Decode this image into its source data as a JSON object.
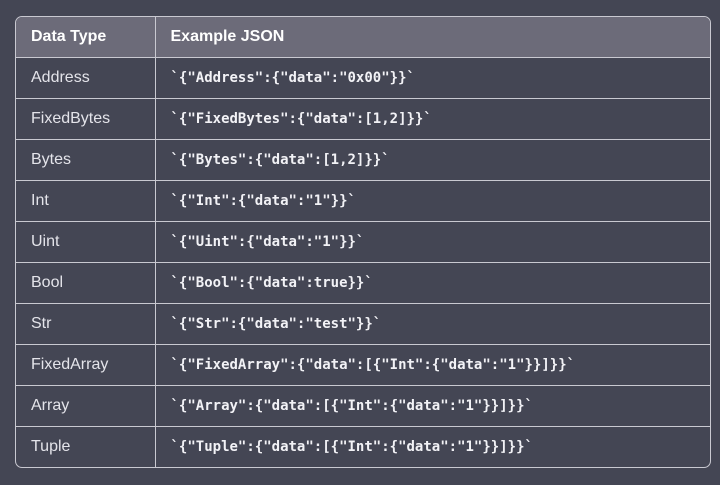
{
  "table": {
    "headers": [
      "Data Type",
      "Example JSON"
    ],
    "rows": [
      {
        "type": "Address",
        "example": "`{\"Address\":{\"data\":\"0x00\"}}`"
      },
      {
        "type": "FixedBytes",
        "example": "`{\"FixedBytes\":{\"data\":[1,2]}}`"
      },
      {
        "type": "Bytes",
        "example": "`{\"Bytes\":{\"data\":[1,2]}}`"
      },
      {
        "type": "Int",
        "example": "`{\"Int\":{\"data\":\"1\"}}`"
      },
      {
        "type": "Uint",
        "example": "`{\"Uint\":{\"data\":\"1\"}}`"
      },
      {
        "type": "Bool",
        "example": "`{\"Bool\":{\"data\":true}}`"
      },
      {
        "type": "Str",
        "example": "`{\"Str\":{\"data\":\"test\"}}`"
      },
      {
        "type": "FixedArray",
        "example": "`{\"FixedArray\":{\"data\":[{\"Int\":{\"data\":\"1\"}}]}}`"
      },
      {
        "type": "Array",
        "example": "`{\"Array\":{\"data\":[{\"Int\":{\"data\":\"1\"}}]}}`"
      },
      {
        "type": "Tuple",
        "example": "`{\"Tuple\":{\"data\":[{\"Int\":{\"data\":\"1\"}}]}}`"
      }
    ]
  },
  "colors": {
    "background": "#444654",
    "header_background": "#6c6b79",
    "border": "#c9c9d1"
  }
}
